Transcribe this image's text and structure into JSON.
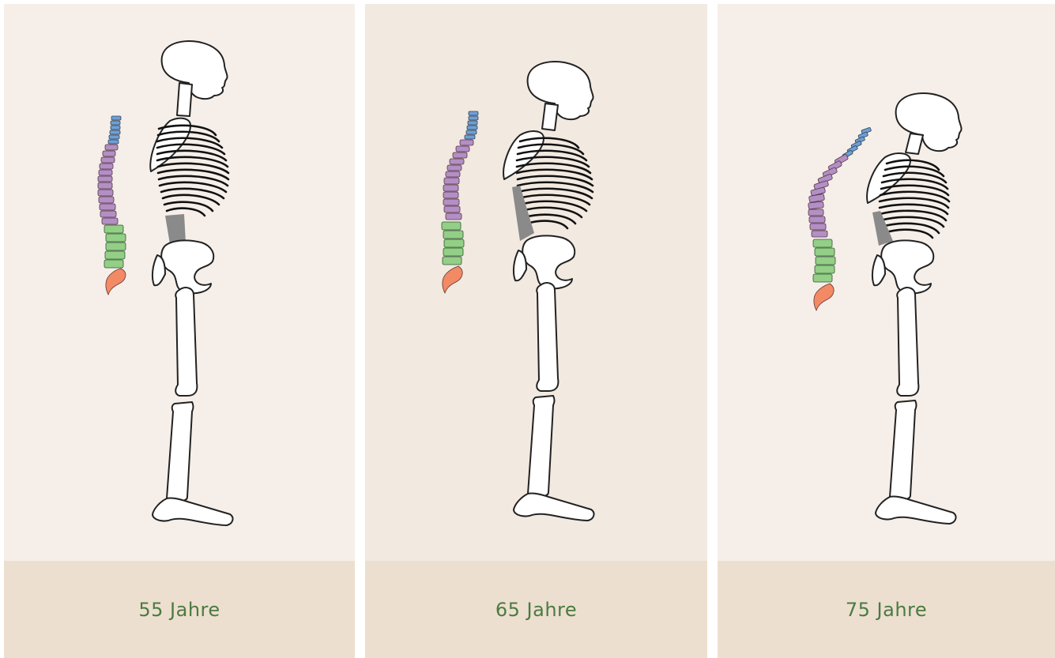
{
  "panels": [
    {
      "label": "55 Jahre"
    },
    {
      "label": "65 Jahre"
    },
    {
      "label": "75 Jahre"
    }
  ],
  "colors": {
    "cervical": "#6f9fd4",
    "thoracic": "#b28fc4",
    "lumbar": "#93cf86",
    "sacrum": "#f28a65",
    "caption_text": "#4a7b42",
    "caption_bg": "#eddfcf"
  }
}
